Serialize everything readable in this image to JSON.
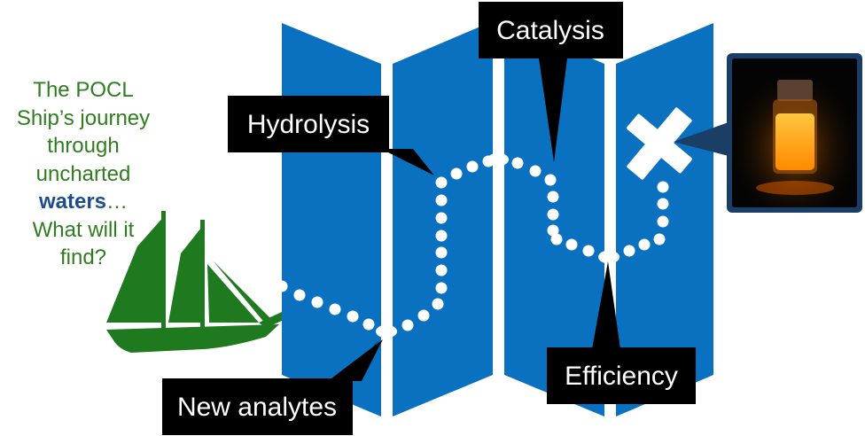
{
  "caption": {
    "line1": "The POCL",
    "line2": "Ship’s journey",
    "line3": "through",
    "line4": "uncharted",
    "line5_highlight": "waters",
    "line5_rest": "…",
    "line6": "What will it",
    "line7": "find?"
  },
  "callouts": {
    "catalysis": "Catalysis",
    "hydrolysis": "Hydrolysis",
    "efficiency": "Efficiency",
    "new_analytes": "New analytes"
  },
  "colors": {
    "map_blue": "#0a71c0",
    "ship_green": "#1f7a1f",
    "caption_green": "#2f7d1e",
    "highlight_blue": "#1b4f8a",
    "callout_bg": "#000000",
    "vial_glow": "#ff8c00",
    "photo_border": "#1a3e66"
  },
  "icons": {
    "ship": "sailing-ship-icon",
    "treasure": "x-mark-icon",
    "vial": "glowing-vial-photo"
  }
}
